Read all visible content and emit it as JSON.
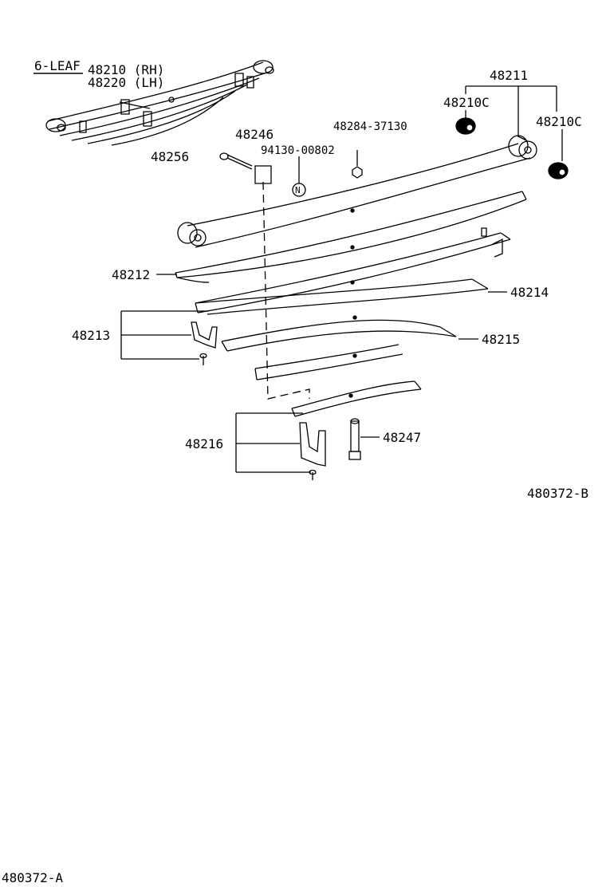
{
  "labels": {
    "six_leaf": "6-LEAF",
    "rh": "48210 (RH)",
    "lh": "48220 (LH)",
    "p48211": "48211",
    "p48210c_left": "48210C",
    "p48210c_right": "48210C",
    "p48246": "48246",
    "p48256": "48256",
    "p94130": "94130-00802",
    "p48284": "48284-37130",
    "p48212": "48212",
    "p48214": "48214",
    "p48213": "48213",
    "p48215": "48215",
    "p48216": "48216",
    "p48247": "48247",
    "ref_b": "480372-B",
    "ref_a": "480372-A",
    "nut_symbol": "N"
  }
}
